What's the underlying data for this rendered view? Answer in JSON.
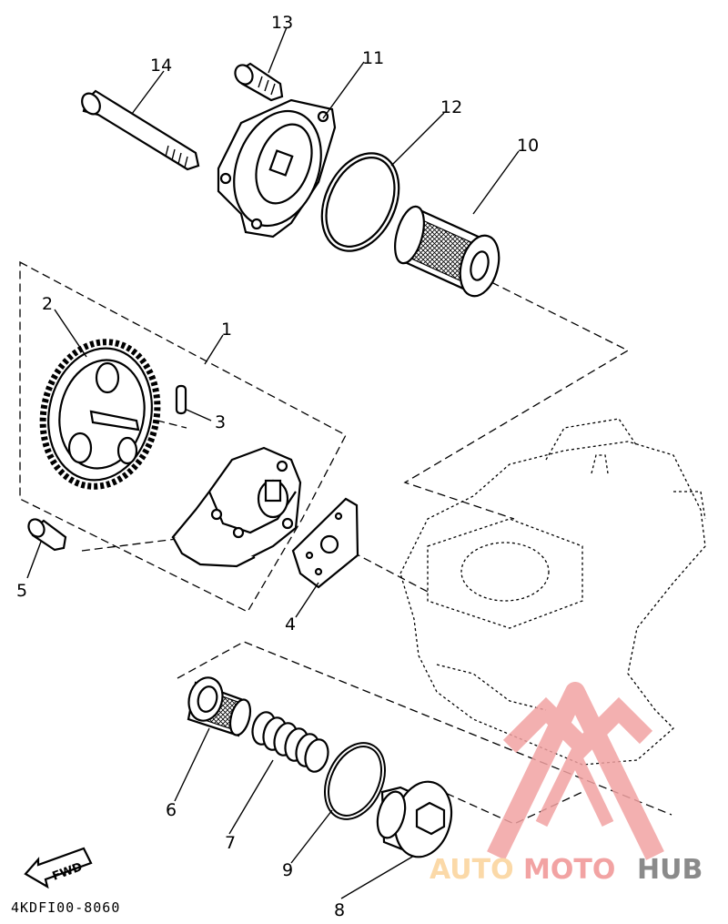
{
  "diagram_code": "4KDFI00-8060",
  "fwd_label": "FWD",
  "watermark": {
    "brand_part1": "AUTO",
    "brand_part2": "MOTO",
    "brand_part3": "HUB",
    "color_primary": "#f2a3a3",
    "color_secondary": "#fbd9a8",
    "color_dark": "#8a8a8a"
  },
  "callouts": [
    {
      "id": "1",
      "label": "1"
    },
    {
      "id": "2",
      "label": "2"
    },
    {
      "id": "3",
      "label": "3"
    },
    {
      "id": "4",
      "label": "4"
    },
    {
      "id": "5",
      "label": "5"
    },
    {
      "id": "6",
      "label": "6"
    },
    {
      "id": "7",
      "label": "7"
    },
    {
      "id": "8",
      "label": "8"
    },
    {
      "id": "9",
      "label": "9"
    },
    {
      "id": "10",
      "label": "10"
    },
    {
      "id": "11",
      "label": "11"
    },
    {
      "id": "12",
      "label": "12"
    },
    {
      "id": "13",
      "label": "13"
    },
    {
      "id": "14",
      "label": "14"
    }
  ]
}
